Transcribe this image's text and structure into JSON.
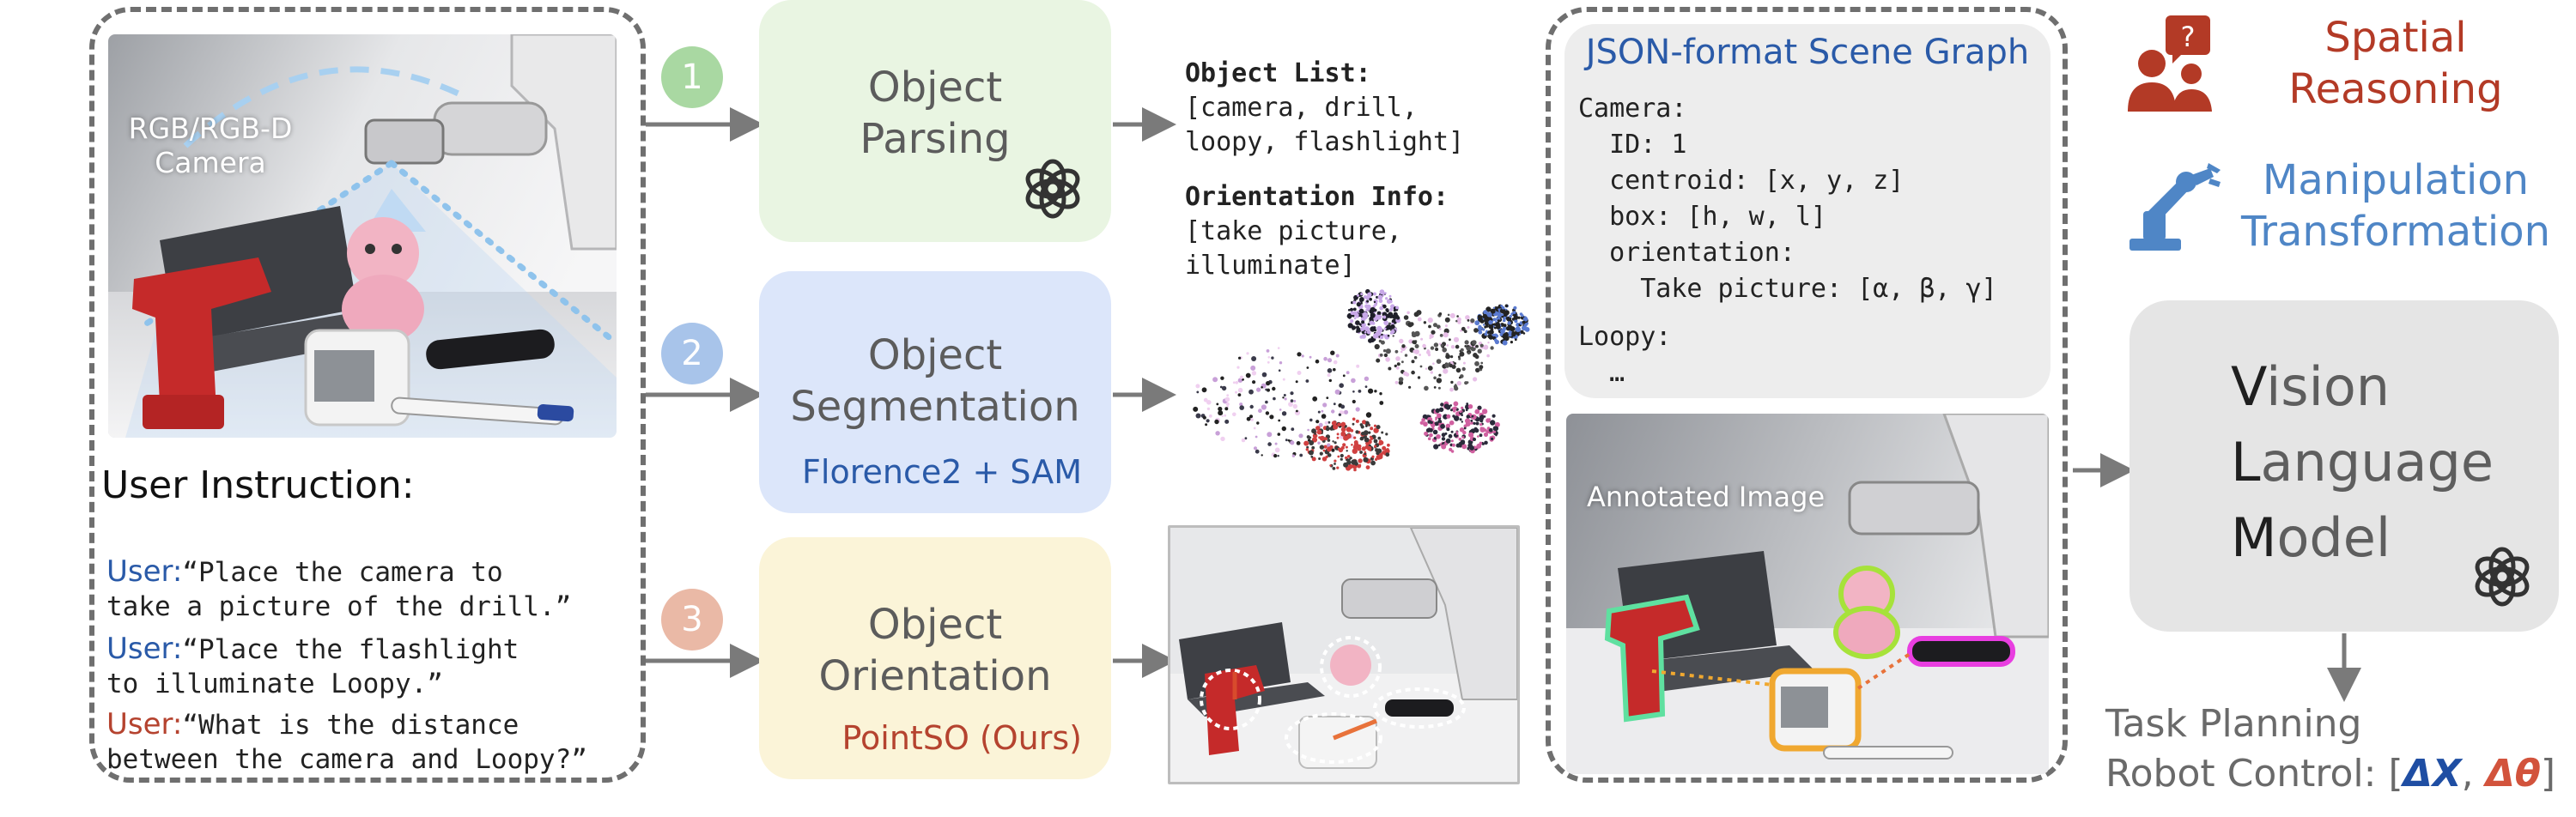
{
  "input_panel": {
    "camera_label": "RGB/RGB-D\nCamera",
    "instruction_heading": "User Instruction:",
    "instructions": [
      {
        "speaker": "User:",
        "line1": "“Place the camera to",
        "line2": "take a picture of the drill.”"
      },
      {
        "speaker": "User:",
        "line1": "“Place the flashlight",
        "line2": "to illuminate Loopy.”"
      },
      {
        "speaker": "User:",
        "line1": "“What is the distance",
        "line2": "between the camera and Loopy?”"
      }
    ]
  },
  "stages": [
    {
      "number": "1",
      "title_line1": "Object",
      "title_line2": "Parsing",
      "subtitle": ""
    },
    {
      "number": "2",
      "title_line1": "Object",
      "title_line2": "Segmentation",
      "subtitle": "Florence2 + SAM"
    },
    {
      "number": "3",
      "title_line1": "Object",
      "title_line2": "Orientation",
      "subtitle": "PointSO (Ours)"
    }
  ],
  "parsing_output": {
    "object_list_label": "Object List:",
    "object_list_line1": "[camera, drill,",
    "object_list_line2": "loopy, flashlight]",
    "orientation_label": "Orientation Info:",
    "orientation_line1": "[take picture,",
    "orientation_line2": "illuminate]"
  },
  "scene_graph": {
    "title": "JSON-format Scene Graph",
    "lines": [
      "Camera:",
      "  ID: 1",
      "  centroid: [x, y, z]",
      "  box: [h, w, l]",
      "  orientation:",
      "    Take picture: [α, β, γ]",
      "Loopy:",
      "  …"
    ],
    "annotated_label": "Annotated Image"
  },
  "outputs": {
    "spatial_line1": "Spatial",
    "spatial_line2": "Reasoning",
    "manip_line1": "Manipulation",
    "manip_line2": "Transformation",
    "vlm_v_initial": "V",
    "vlm_v_rest": "ision",
    "vlm_l_initial": "L",
    "vlm_l_rest": "anguage",
    "vlm_m_initial": "M",
    "vlm_m_rest": "odel",
    "task_planning": "Task Planning",
    "robot_control_label": "Robot Control:",
    "bracket_open": "[",
    "delta_x": "ΔX",
    "comma": ",",
    "delta_theta": "Δθ",
    "bracket_close": "]"
  },
  "colors": {
    "step1": "#a9d8a2",
    "step2": "#a8c4ea",
    "step3": "#eab9a6",
    "stage1_bg": "#e9f5e2",
    "stage2_bg": "#dce6fa",
    "stage3_bg": "#fbf4d8",
    "user_blue": "#2a5aa8",
    "user_red": "#b5432f",
    "spatial": "#b33a26",
    "manip": "#4f86c6",
    "delta_x": "#1f4ea3",
    "delta_theta": "#d2533c"
  }
}
